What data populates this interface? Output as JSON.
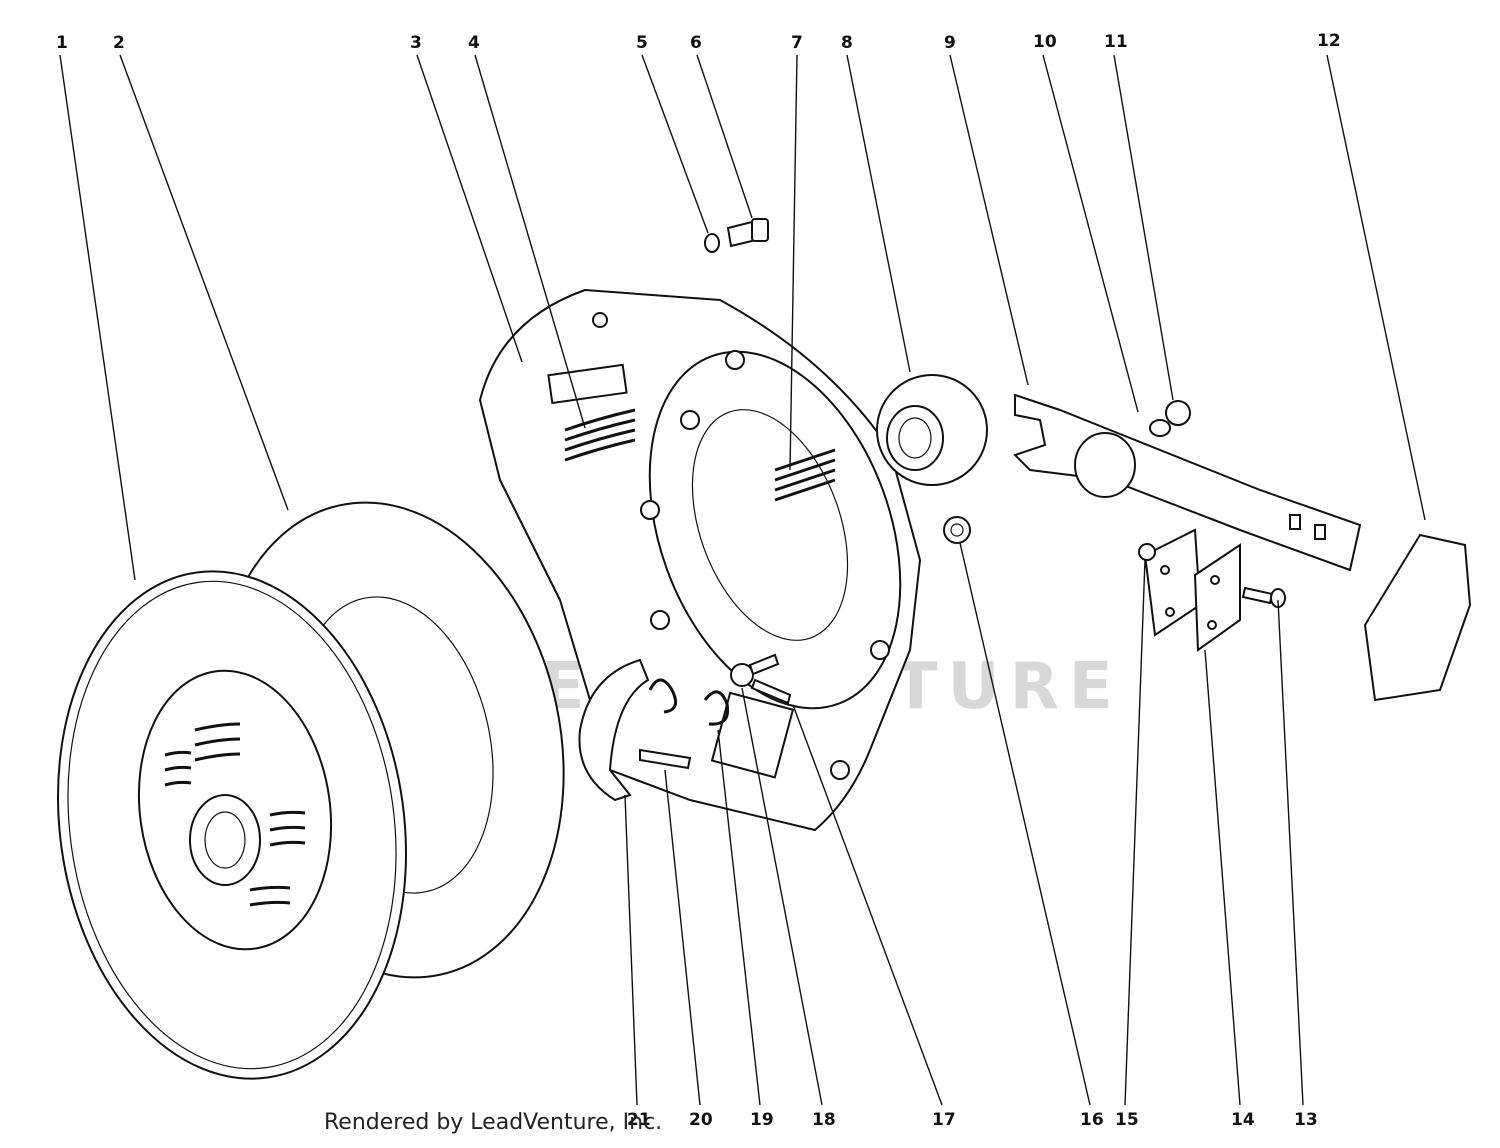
{
  "diagram": {
    "callouts": [
      "1",
      "2",
      "3",
      "4",
      "5",
      "6",
      "7",
      "8",
      "9",
      "10",
      "11",
      "12",
      "13",
      "14",
      "15",
      "16",
      "17",
      "18",
      "19",
      "20",
      "21"
    ],
    "watermark_text": "LEADVENTURE",
    "credit": "Rendered by LeadVenture, Inc."
  }
}
